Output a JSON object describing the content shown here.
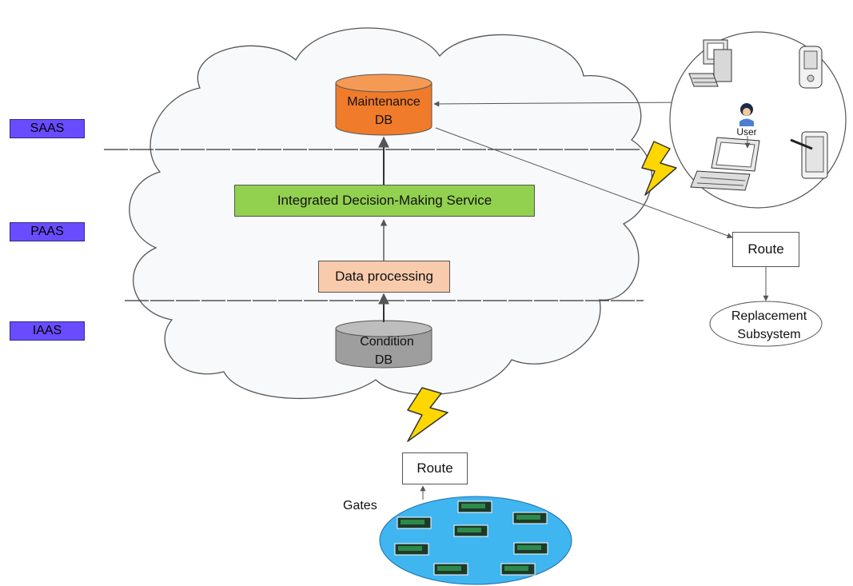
{
  "layers": {
    "saas": "SAAS",
    "paas": "PAAS",
    "iaas": "IAAS"
  },
  "nodes": {
    "maintenance_db": {
      "line1": "Maintenance",
      "line2": "DB",
      "color": "#f07b2a"
    },
    "decision_service": {
      "label": "Integrated Decision-Making Service",
      "color": "#92d050"
    },
    "data_processing": {
      "label": "Data processing",
      "color": "#f8cbad"
    },
    "condition_db": {
      "line1": "Condition",
      "line2": "DB",
      "color": "#9e9e9e"
    },
    "route_right": {
      "label": "Route"
    },
    "replacement_subsystem": {
      "line1": "Replacement",
      "line2": "Subsystem"
    },
    "route_bottom": {
      "label": "Route"
    },
    "gates": {
      "label": "Gates",
      "color": "#3fb6f0"
    },
    "user": {
      "label": "User"
    }
  },
  "icons": {
    "cloud": "cloud-icon",
    "lightning": "lightning-icon",
    "desktop": "desktop-computer-icon",
    "pda": "pda-device-icon",
    "laptop": "laptop-icon",
    "tablet": "tablet-icon",
    "user": "user-avatar-icon",
    "gate_board": "circuit-board-icon"
  },
  "colors": {
    "layer_label": "#6a4cff",
    "cloud_fill": "#f7f9fb",
    "lightning": "#ffd700"
  }
}
